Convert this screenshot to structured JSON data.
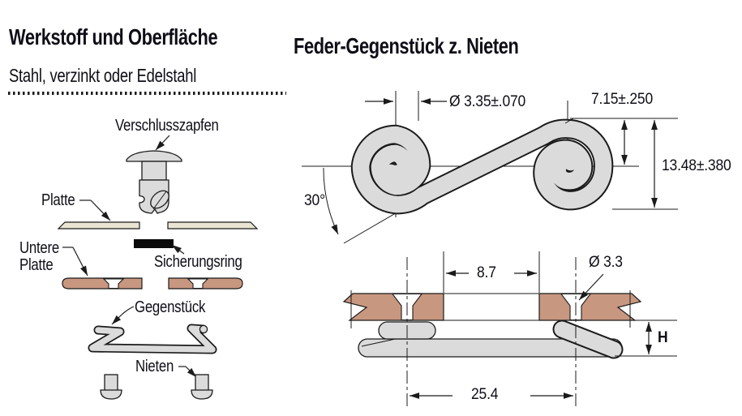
{
  "left_panel": {
    "title": "Werkstoff und Oberfläche",
    "subtitle": "Stahl, verzinkt oder Edelstahl",
    "labels": {
      "verschlusszapfen": "Verschlusszapfen",
      "platte": "Platte",
      "untere_platte_line1": "Untere",
      "untere_platte_line2": "Platte",
      "sicherungsring": "Sicherungsring",
      "gegenstueck": "Gegenstück",
      "nieten": "Nieten"
    }
  },
  "right_panel": {
    "title": "Feder-Gegenstück z. Nieten",
    "dimensions": {
      "wire_diameter": "Ø 3.35±.070",
      "top_offset": "7.15±.250",
      "overall_height": "13.48±.380",
      "angle": "30°",
      "slot_width": "8.7",
      "hole_diameter": "Ø 3.3",
      "height_label": "H",
      "rivet_spacing": "25.4"
    }
  },
  "colors": {
    "upper_plate": "#e9e5d2",
    "lower_plate": "#c89780",
    "metal_gray": "#dbdbdb",
    "line": "#1b1b1b",
    "retaining_ring": "#0a0a0a",
    "background": "#ffffff"
  }
}
